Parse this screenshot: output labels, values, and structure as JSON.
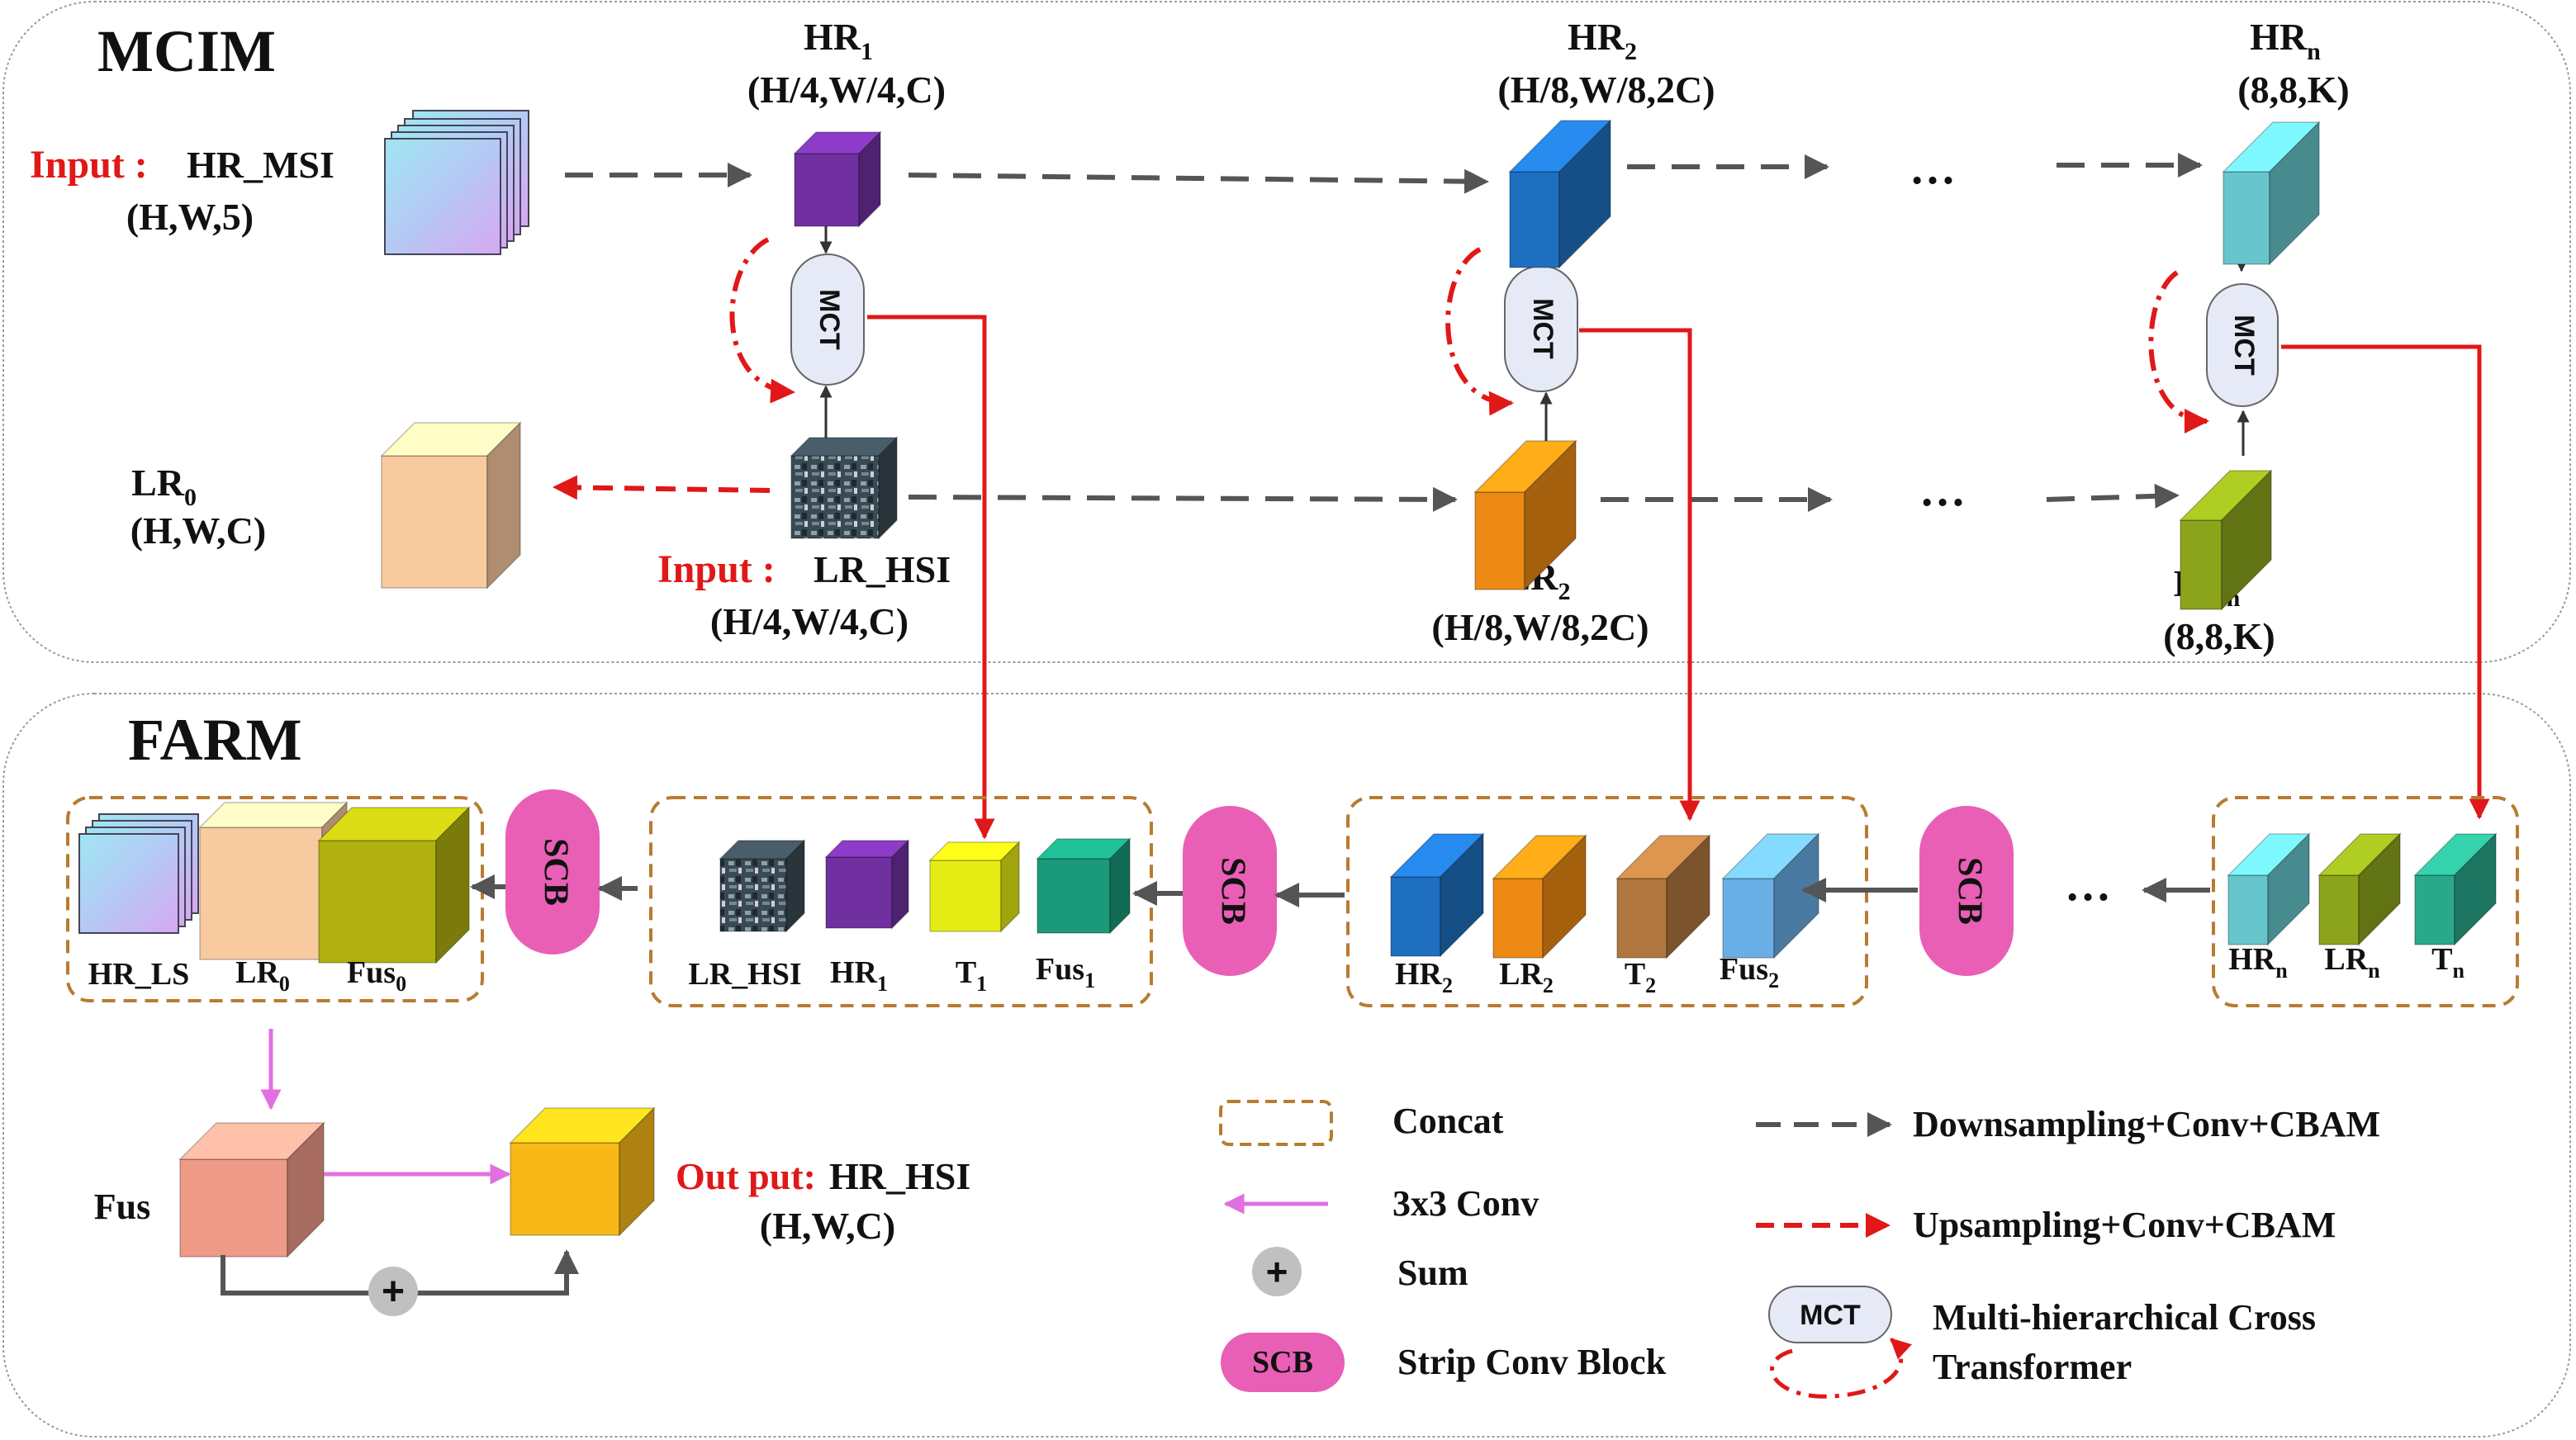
{
  "colors": {
    "red": "#e01818",
    "gray_arrow": "#555555",
    "pink_arrow": "#e070e0",
    "concat_border": "#b87b30",
    "scb_pink": "#e95fb5",
    "mct_fill": "#e6e9f6",
    "panel_border": "#9a9a9a"
  },
  "mcim": {
    "title": "MCIM",
    "input_hr": {
      "prefix": "Input :",
      "name": "HR_MSI",
      "shape": "(H,W,5)"
    },
    "input_lr": {
      "prefix": "Input :",
      "name": "LR_HSI",
      "shape": "(H/4,W/4,C)"
    },
    "lr0": {
      "base": "LR",
      "sub": "0",
      "shape": "(H,W,C)"
    },
    "hr1": {
      "base": "HR",
      "sub": "1",
      "shape": "(H/4,W/4,C)"
    },
    "hr2": {
      "base": "HR",
      "sub": "2",
      "shape": "(H/8,W/8,2C)"
    },
    "hrn": {
      "base": "HR",
      "sub": "n",
      "shape": "(8,8,K)"
    },
    "lr2": {
      "base": "LR",
      "sub": "2",
      "shape": "(H/8,W/8,2C)"
    },
    "lrn": {
      "base": "LR",
      "sub": "n",
      "shape": "(8,8,K)"
    },
    "mct_label": "MCT",
    "ellipsis": "…"
  },
  "farm": {
    "title": "FARM",
    "scb_label": "SCB",
    "ellipsis": "…",
    "group0": [
      {
        "base": "HR_LS",
        "sub": ""
      },
      {
        "base": "LR",
        "sub": "0"
      },
      {
        "base": "Fus",
        "sub": "0"
      }
    ],
    "group1": [
      {
        "base": "LR_HSI",
        "sub": ""
      },
      {
        "base": "HR",
        "sub": "1"
      },
      {
        "base": "T",
        "sub": "1"
      },
      {
        "base": "Fus",
        "sub": "1"
      }
    ],
    "group2": [
      {
        "base": "HR",
        "sub": "2"
      },
      {
        "base": "LR",
        "sub": "2"
      },
      {
        "base": "T",
        "sub": "2"
      },
      {
        "base": "Fus",
        "sub": "2"
      }
    ],
    "groupn": [
      {
        "base": "HR",
        "sub": "n"
      },
      {
        "base": "LR",
        "sub": "n"
      },
      {
        "base": "T",
        "sub": "n"
      }
    ],
    "fus_label": "Fus",
    "output": {
      "prefix": "Out put:",
      "name": "HR_HSI",
      "shape": "(H,W,C)"
    },
    "sum_symbol": "+"
  },
  "legend": {
    "concat": "Concat",
    "conv": "3x3 Conv",
    "sum": "Sum",
    "sum_symbol": "+",
    "scb_badge": "SCB",
    "scb": "Strip Conv Block",
    "down": "Downsampling+Conv+CBAM",
    "up": "Upsampling+Conv+CBAM",
    "mct_badge": "MCT",
    "mct_line1": "Multi-hierarchical Cross",
    "mct_line2": "Transformer"
  }
}
